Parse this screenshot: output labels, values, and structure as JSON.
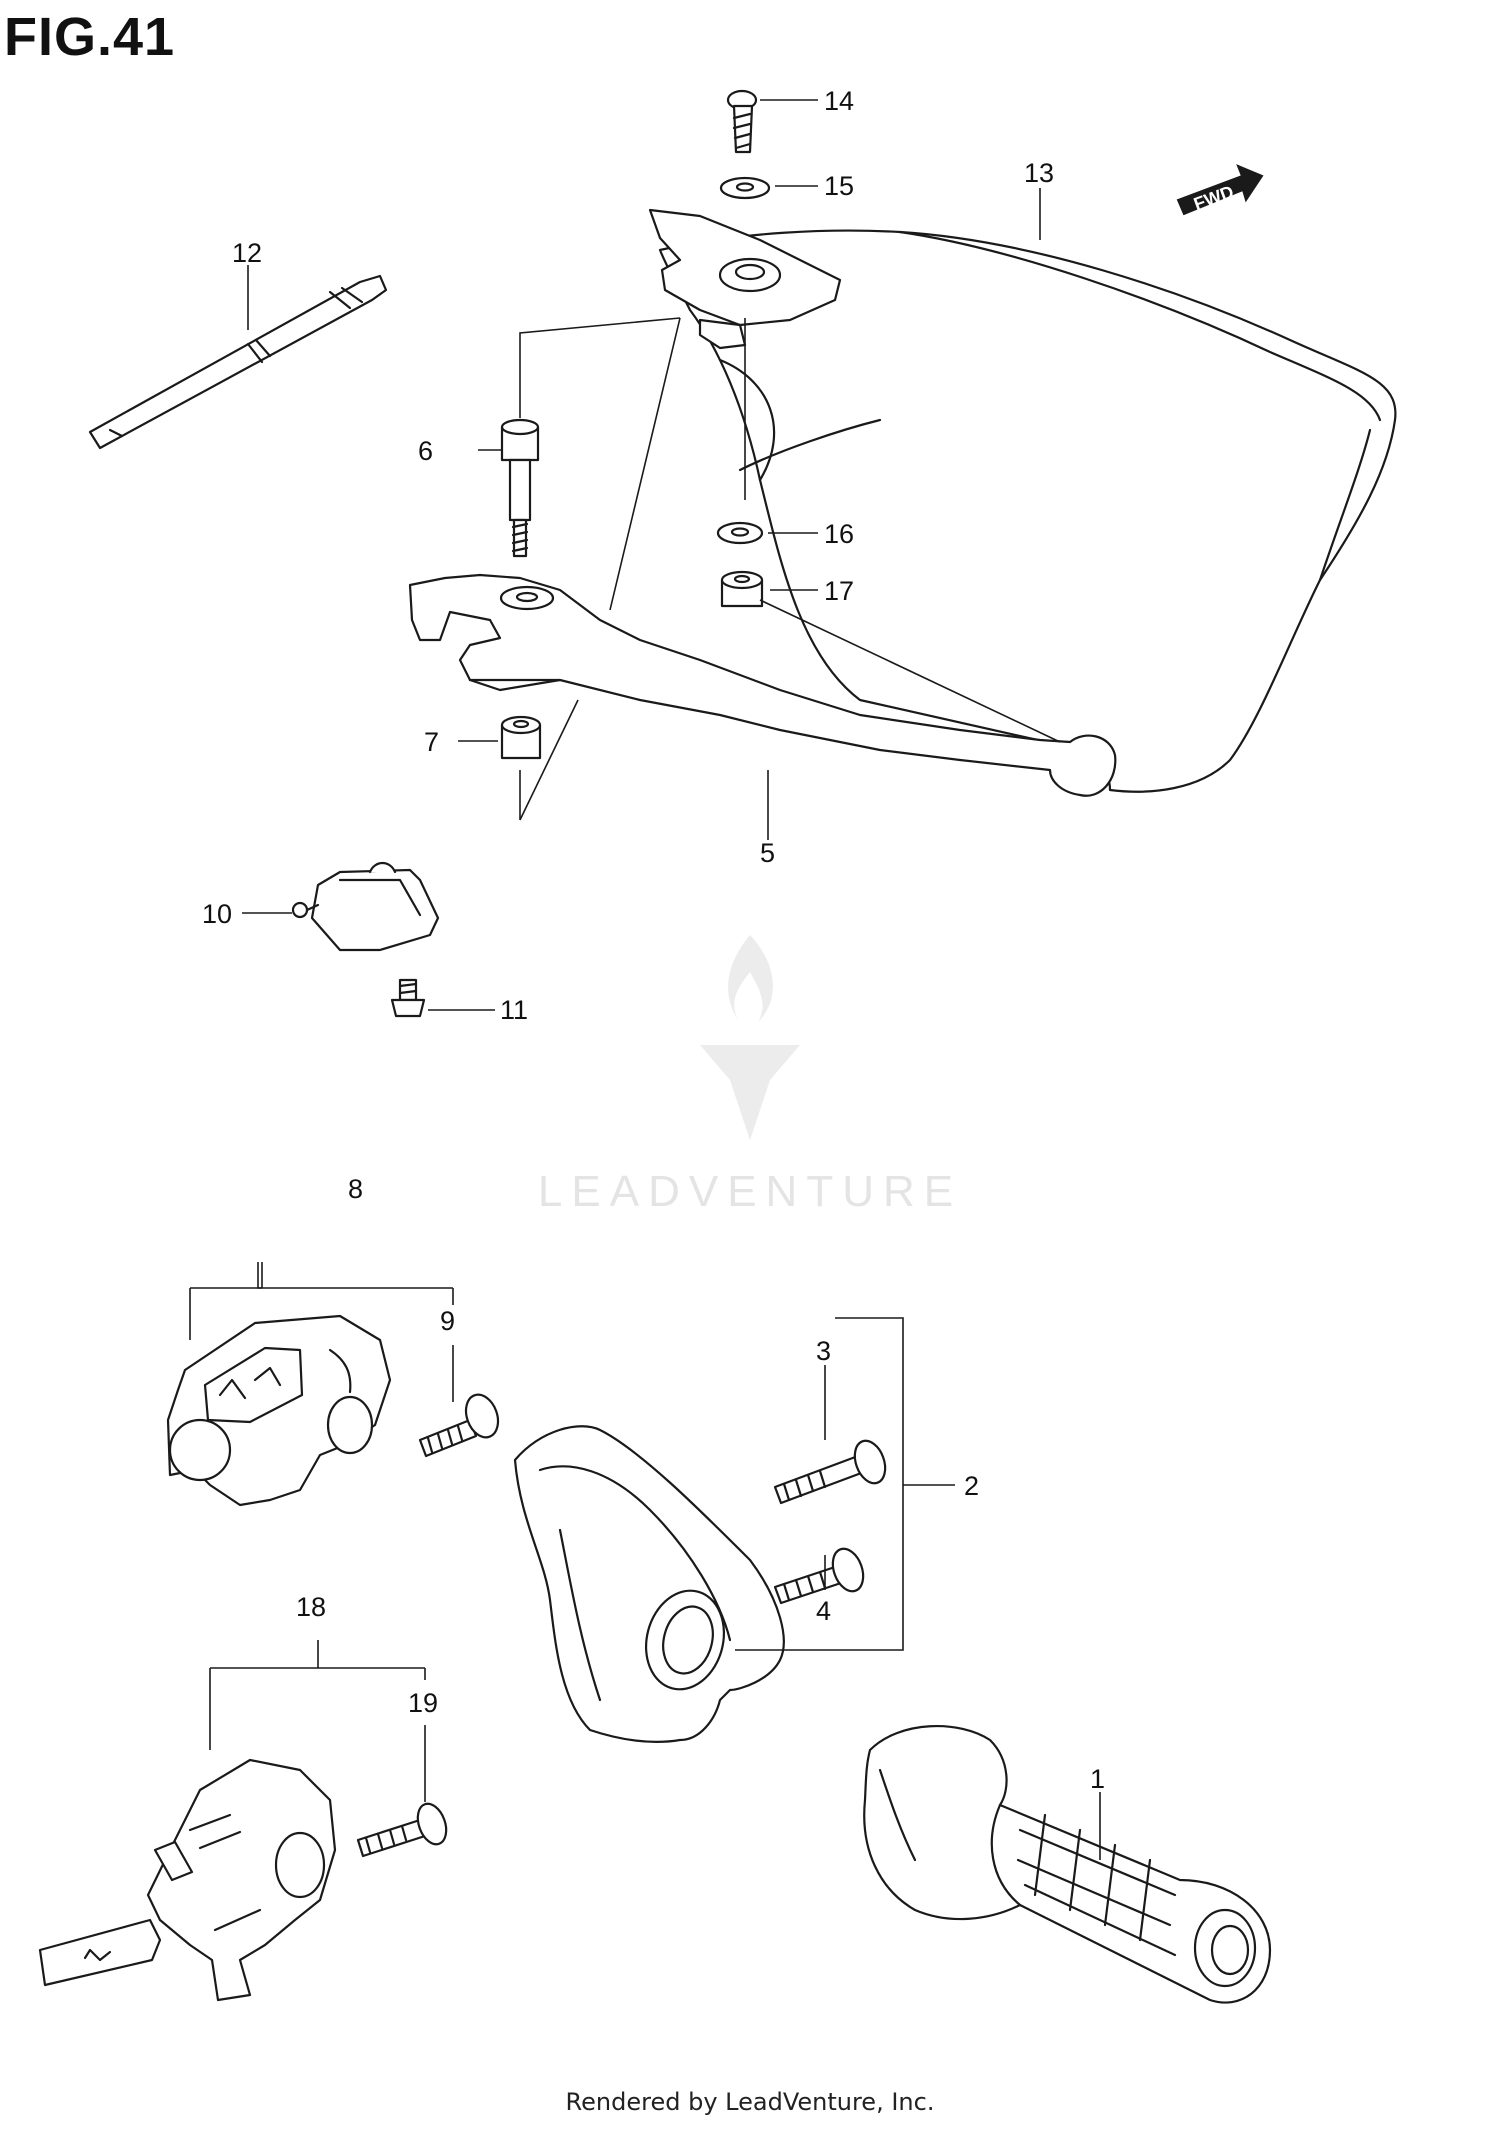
{
  "figure": {
    "title": "FIG.41"
  },
  "direction_marker": "FWD",
  "watermark": {
    "brand": "LEADVENTURE"
  },
  "footer": {
    "text": "Rendered by LeadVenture, Inc."
  },
  "callouts": [
    "1",
    "2",
    "3",
    "4",
    "5",
    "6",
    "7",
    "8",
    "9",
    "10",
    "11",
    "12",
    "13",
    "14",
    "15",
    "16",
    "17",
    "18",
    "19"
  ]
}
